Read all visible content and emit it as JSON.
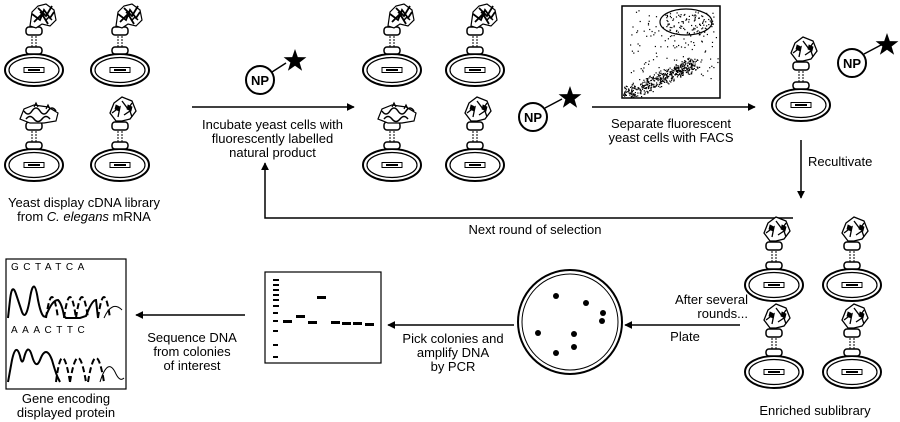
{
  "labels": {
    "library_line1": "Yeast display cDNA library",
    "library_line2_prefix": "from ",
    "library_line2_italic": "C. elegans",
    "library_line2_suffix": " mRNA",
    "incubate_line1": "Incubate yeast cells with",
    "incubate_line2": "fluorescently labelled",
    "incubate_line3": "natural product",
    "separate_line1": "Separate fluorescent",
    "separate_line2": "yeast cells with FACS",
    "recultivate": "Recultivate",
    "next_round": "Next round of selection",
    "after_line1": "After several",
    "after_line2": "rounds...",
    "plate": "Plate",
    "pick_line1": "Pick colonies and",
    "pick_line2": "amplify DNA",
    "pick_line3": "by PCR",
    "sequence_line1": "Sequence DNA",
    "sequence_line2": "from colonies",
    "sequence_line3": "of interest",
    "gene_line1": "Gene encoding",
    "gene_line2": "displayed protein",
    "enriched": "Enriched sublibrary"
  },
  "np_tag": "NP",
  "sequences": {
    "top": "GCTATCA",
    "bottom": "AAACTTC"
  },
  "colors": {
    "ink": "#000000",
    "background": "#ffffff"
  }
}
